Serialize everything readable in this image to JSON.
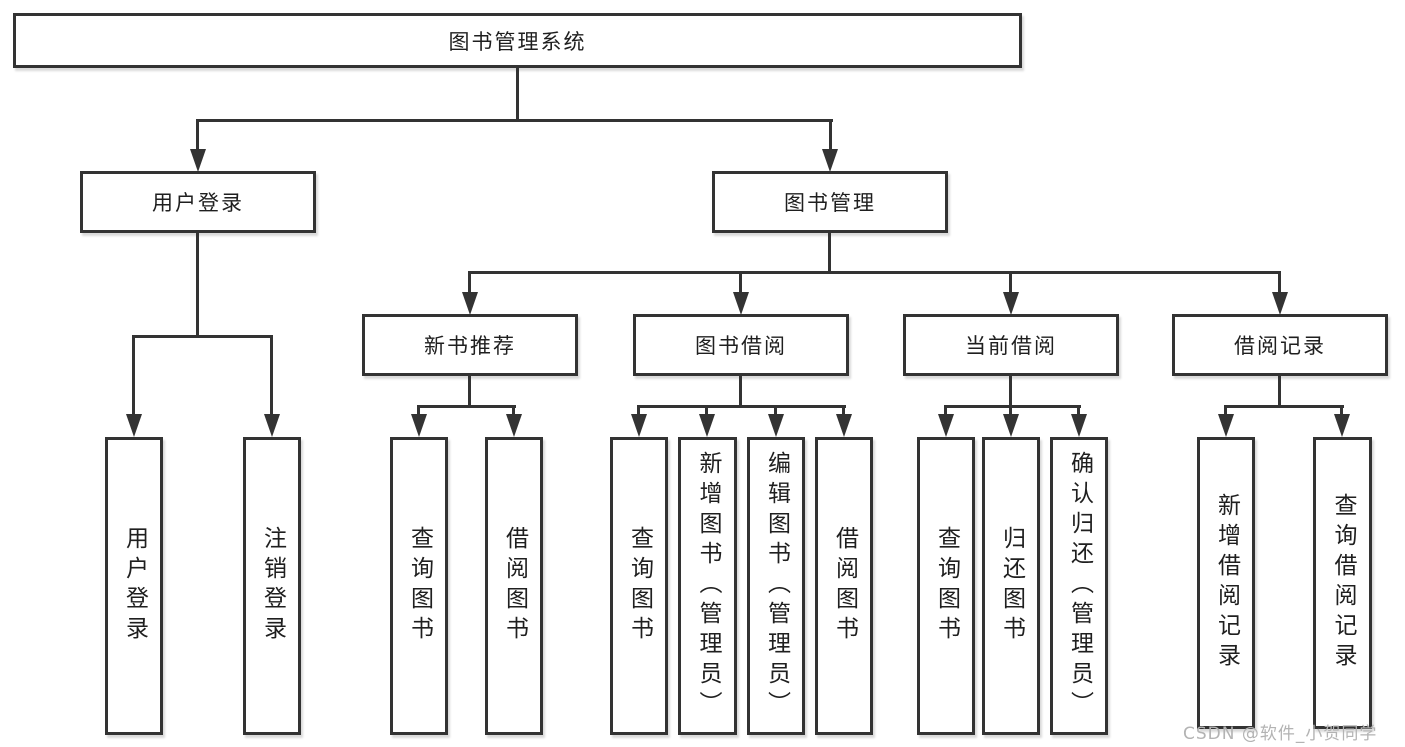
{
  "diagram_type": "hierarchy-tree",
  "colors": {
    "line": "#333333",
    "text": "#1f1f1f",
    "background": "#ffffff",
    "watermark": "#b3b3b3"
  },
  "watermark": {
    "text": "CSDN @软件_小贺同学"
  },
  "tree": {
    "root": {
      "label": "图书管理系统",
      "children": [
        {
          "label": "用户登录",
          "children": [
            {
              "label": "用户登录"
            },
            {
              "label": "注销登录"
            }
          ]
        },
        {
          "label": "图书管理",
          "children": [
            {
              "label": "新书推荐",
              "children": [
                {
                  "label": "查询图书"
                },
                {
                  "label": "借阅图书"
                }
              ]
            },
            {
              "label": "图书借阅",
              "children": [
                {
                  "label": "查询图书"
                },
                {
                  "label": "新增图书（管理员）"
                },
                {
                  "label": "编辑图书（管理员）"
                },
                {
                  "label": "借阅图书"
                }
              ]
            },
            {
              "label": "当前借阅",
              "children": [
                {
                  "label": "查询图书"
                },
                {
                  "label": "归还图书"
                },
                {
                  "label": "确认归还（管理员）"
                }
              ]
            },
            {
              "label": "借阅记录",
              "children": [
                {
                  "label": "新增借阅记录"
                },
                {
                  "label": "查询借阅记录"
                }
              ]
            }
          ]
        }
      ]
    }
  }
}
